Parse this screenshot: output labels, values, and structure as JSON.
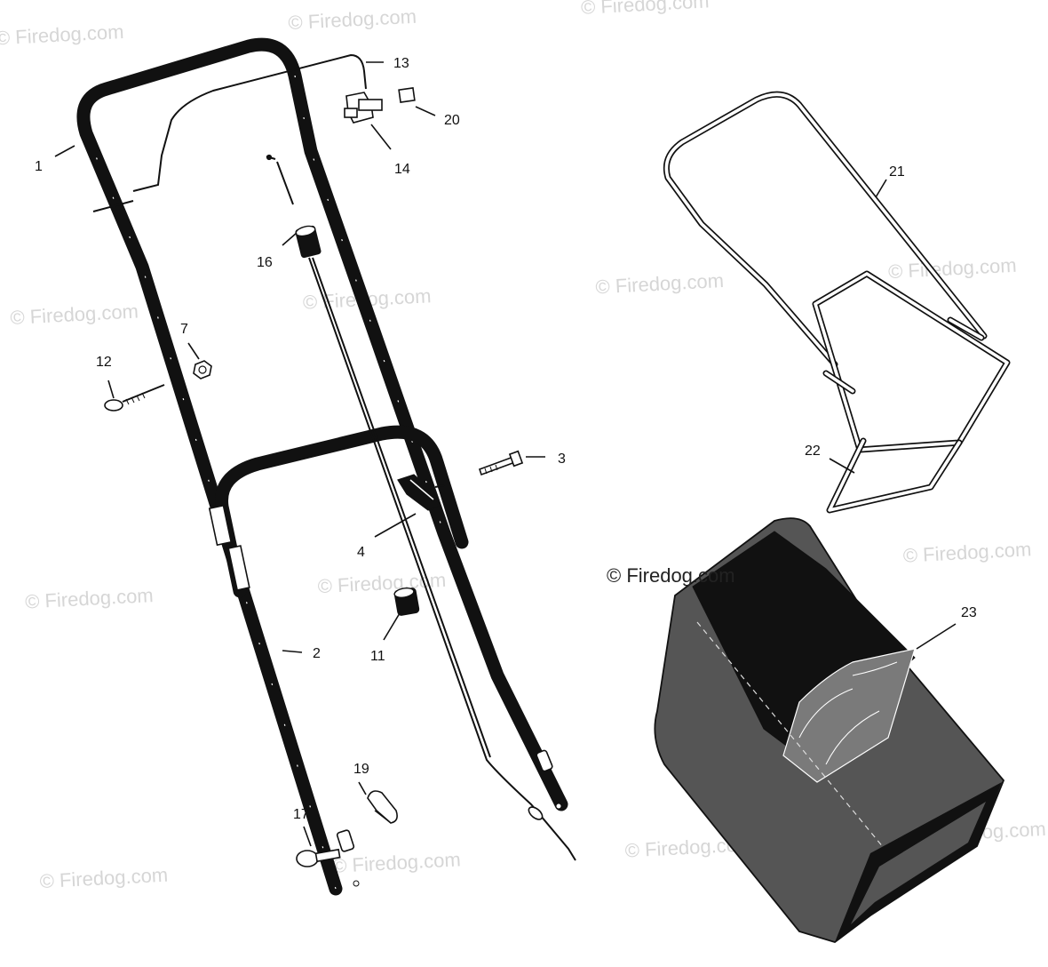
{
  "watermark": {
    "text": "© Firedog.com",
    "marks": [
      {
        "id": "wm-1"
      },
      {
        "id": "wm-2"
      },
      {
        "id": "wm-3"
      },
      {
        "id": "wm-4"
      },
      {
        "id": "wm-5"
      },
      {
        "id": "wm-6"
      },
      {
        "id": "wm-7"
      },
      {
        "id": "wm-8"
      },
      {
        "id": "wm-9"
      },
      {
        "id": "wm-10"
      },
      {
        "id": "wm-11"
      },
      {
        "id": "wm-12"
      },
      {
        "id": "wm-13"
      },
      {
        "id": "wm-14"
      },
      {
        "id": "wm-15"
      },
      {
        "id": "wm-16"
      }
    ],
    "prominent_text": "© Firedog.com"
  },
  "callouts": {
    "c1": "1",
    "c2": "2",
    "c3": "3",
    "c4": "4",
    "c7": "7",
    "c11": "11",
    "c12": "12",
    "c13": "13",
    "c14": "14",
    "c16": "16",
    "c17": "17",
    "c19": "19",
    "c20": "20",
    "c21": "21",
    "c22": "22",
    "c23": "23"
  },
  "colors": {
    "line": "#111111",
    "bag_fill": "#555555",
    "watermark": "#d6d6d6"
  }
}
